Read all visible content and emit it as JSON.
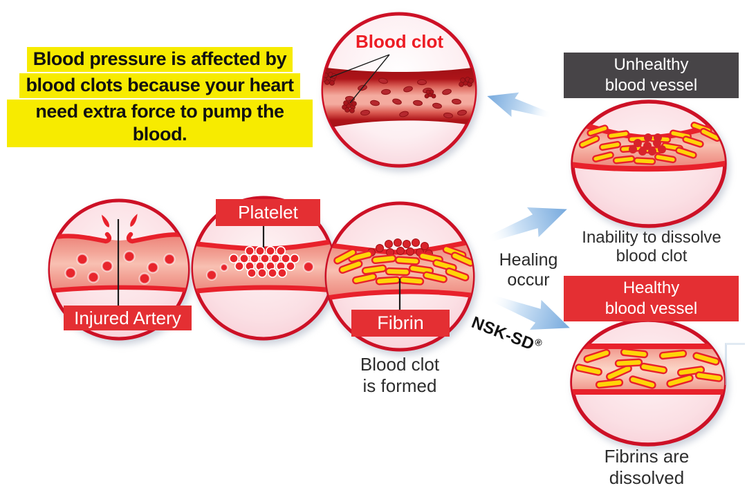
{
  "note": {
    "line1": "Blood pressure is affected by",
    "line2": "blood clots because your heart",
    "line3": "need extra force to pump the blood."
  },
  "blood_clot_circle": {
    "label": "Blood clot"
  },
  "stages": {
    "injured_label": "Injured Artery",
    "platelet_label": "Platelet",
    "fibrin_label": "Fibrin",
    "caption_line1": "Blood clot",
    "caption_line2": "is formed"
  },
  "healing": {
    "line1": "Healing",
    "line2": "occur",
    "product": "NSK-SD",
    "reg": "®"
  },
  "unhealthy": {
    "title_line1": "Unhealthy",
    "title_line2": "blood vessel",
    "caption_line1": "Inability to dissolve",
    "caption_line2": "blood clot"
  },
  "healthy": {
    "title_line1": "Healthy",
    "title_line2": "blood vessel",
    "caption_line1": "Fibrins are",
    "caption_line2": "dissolved"
  },
  "colors": {
    "accent_red": "#e42f33",
    "ring_red": "#cd1126",
    "vessel_border_red": "#e8212b",
    "highlight_yellow": "#f7eb00",
    "dark_gray_box": "#474447",
    "fibrin_yellow": "#ffd408",
    "arrow_blue": "#76a9dd",
    "text_dark": "#2d2d2d"
  }
}
